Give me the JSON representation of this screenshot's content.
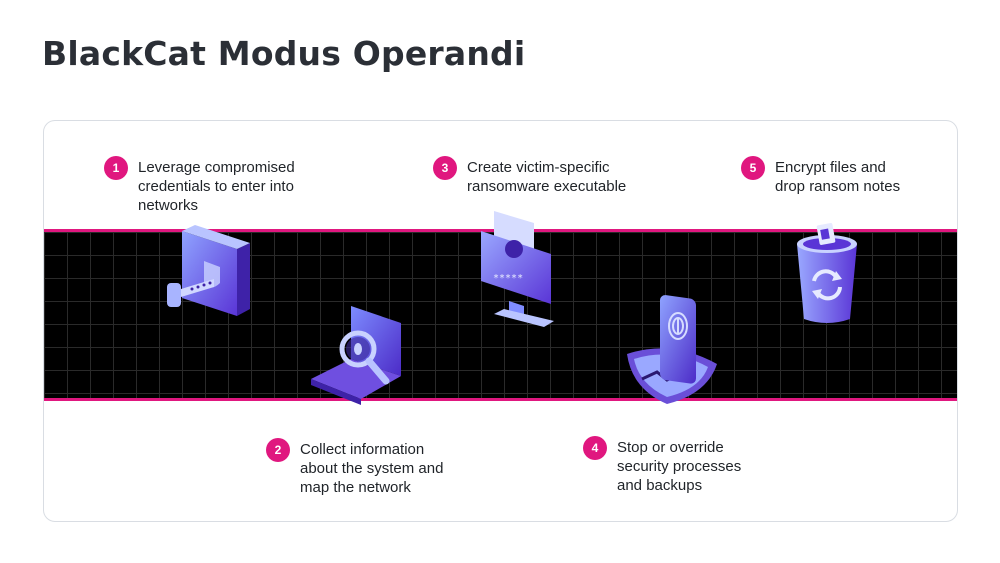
{
  "title": "BlackCat Modus Operandi",
  "colors": {
    "accent": "#e0177f",
    "band": "#000000",
    "icon_primary": "#6c5ce7"
  },
  "steps": [
    {
      "number": "1",
      "line1": "Leverage compromised",
      "line2": "credentials to enter into",
      "line3": "networks",
      "icon": "folder-key-icon"
    },
    {
      "number": "2",
      "line1": "Collect information",
      "line2": "about the system and",
      "line3": "map the network",
      "icon": "laptop-magnifier-icon"
    },
    {
      "number": "3",
      "line1": "Create victim-specific",
      "line2": "ransomware executable",
      "line3": "",
      "icon": "monitor-skull-icon"
    },
    {
      "number": "4",
      "line1": "Stop or override",
      "line2": "security processes",
      "line3": "and backups",
      "icon": "phone-fingerprint-shield-icon"
    },
    {
      "number": "5",
      "line1": "Encrypt files and",
      "line2": "drop ransom notes",
      "line3": "",
      "icon": "recycle-bin-icon"
    }
  ]
}
